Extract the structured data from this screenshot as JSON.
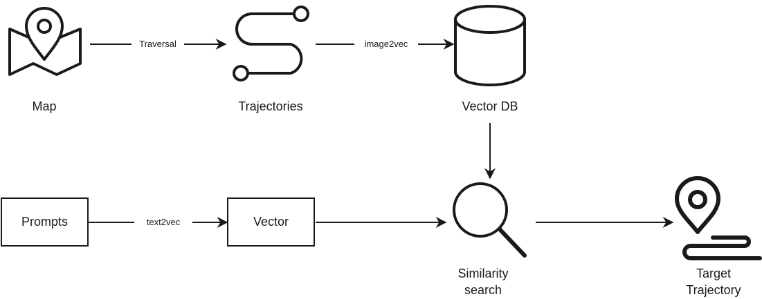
{
  "nodes": {
    "map": "Map",
    "trajectories": "Trajectories",
    "vector_db": "Vector DB",
    "prompts": "Prompts",
    "vector": "Vector",
    "similarity_line1": "Similarity",
    "similarity_line2": "search",
    "target_line1": "Target",
    "target_line2": "Trajectory"
  },
  "edges": {
    "traversal": "Traversal",
    "image2vec": "image2vec",
    "text2vec": "text2vec"
  },
  "icons": {
    "map": "map-pin-icon",
    "trajectories": "route-icon",
    "vector_db": "database-icon",
    "similarity": "magnifier-icon",
    "target": "pin-path-icon"
  },
  "colors": {
    "stroke": "#1a1a1a",
    "background": "#ffffff"
  }
}
